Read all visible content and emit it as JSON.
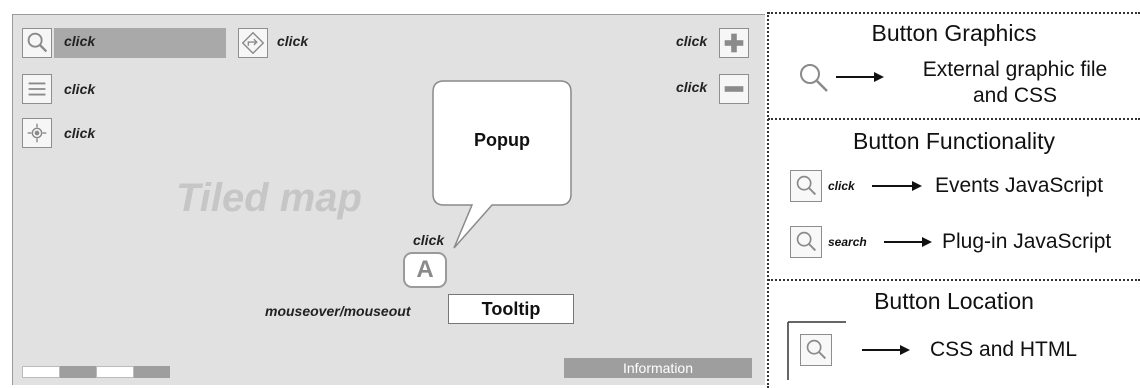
{
  "map": {
    "click_label": "click",
    "watermark": "Tiled map",
    "popup_label": "Popup",
    "marker_letter": "A",
    "mouseover_label": "mouseover/mouseout",
    "tooltip_label": "Tooltip",
    "info_label": "Information"
  },
  "legend": {
    "graphics_title": "Button Graphics",
    "graphics_desc_line1": "External graphic file",
    "graphics_desc_line2": "and CSS",
    "functionality_title": "Button Functionality",
    "click_word": "click",
    "click_desc": "Events JavaScript",
    "search_word": "search",
    "search_desc": "Plug-in JavaScript",
    "location_title": "Button Location",
    "location_desc": "CSS and HTML"
  },
  "colors": {
    "map_background": "#e1e1e1",
    "search_bar": "#a9a9a9",
    "info_bar": "#9e9e9e",
    "watermark": "#c6c6c6"
  },
  "icons": [
    "search-icon",
    "navigate-icon",
    "list-icon",
    "locate-icon",
    "zoom-in-icon",
    "zoom-out-icon",
    "marker-icon"
  ]
}
